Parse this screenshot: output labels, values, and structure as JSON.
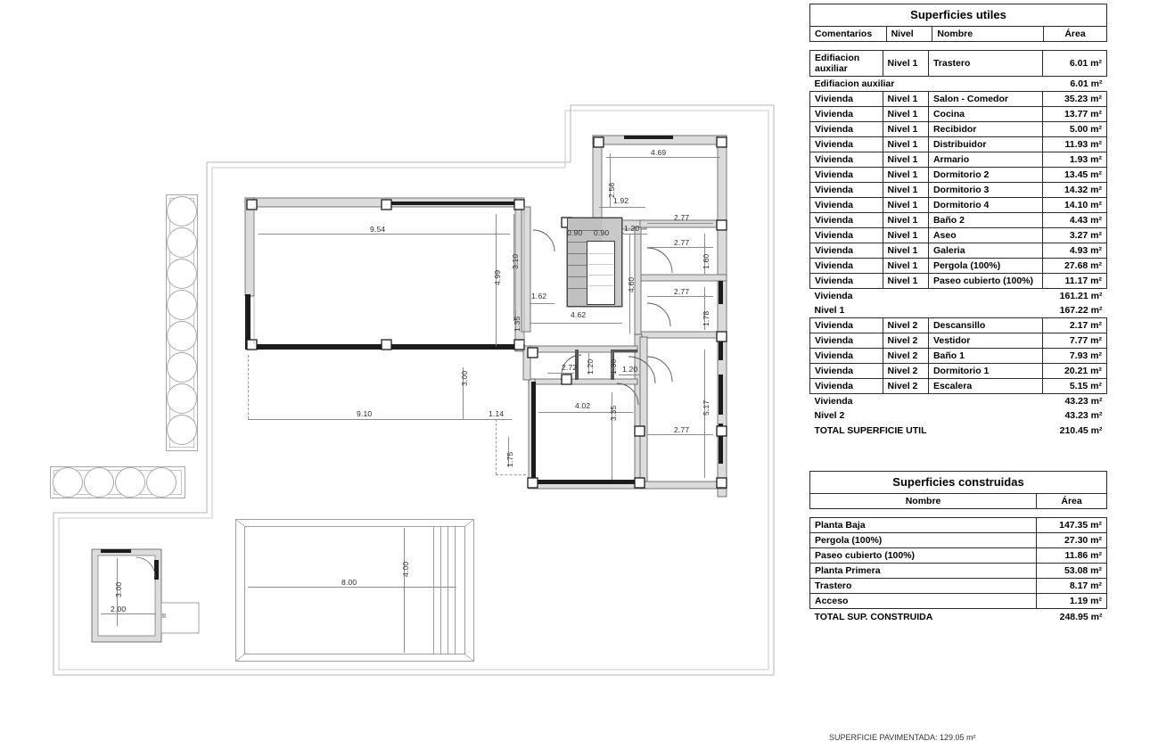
{
  "document": {
    "footnote": "SUPERFICIE PAVIMENTADA: 129.05 m²"
  },
  "table_utiles": {
    "title": "Superficies utiles",
    "headers": {
      "comentarios": "Comentarios",
      "nivel": "Nivel",
      "nombre": "Nombre",
      "area": "Área"
    },
    "rows": [
      {
        "comentarios": "Edifiacion auxiliar",
        "nivel": "Nivel 1",
        "nombre": "Trastero",
        "area": "6.01 m²"
      }
    ],
    "subtotal_aux": {
      "label": "Edifiacion auxiliar",
      "area": "6.01 m²"
    },
    "rows_n1": [
      {
        "comentarios": "Vivienda",
        "nivel": "Nivel 1",
        "nombre": "Salon - Comedor",
        "area": "35.23 m²"
      },
      {
        "comentarios": "Vivienda",
        "nivel": "Nivel 1",
        "nombre": "Cocina",
        "area": "13.77 m²"
      },
      {
        "comentarios": "Vivienda",
        "nivel": "Nivel 1",
        "nombre": "Recibidor",
        "area": "5.00 m²"
      },
      {
        "comentarios": "Vivienda",
        "nivel": "Nivel 1",
        "nombre": "Distribuidor",
        "area": "11.93 m²"
      },
      {
        "comentarios": "Vivienda",
        "nivel": "Nivel 1",
        "nombre": "Armario",
        "area": "1.93 m²"
      },
      {
        "comentarios": "Vivienda",
        "nivel": "Nivel 1",
        "nombre": "Dormitorio 2",
        "area": "13.45 m²"
      },
      {
        "comentarios": "Vivienda",
        "nivel": "Nivel 1",
        "nombre": "Dormitorio 3",
        "area": "14.32 m²"
      },
      {
        "comentarios": "Vivienda",
        "nivel": "Nivel 1",
        "nombre": "Dormitorio 4",
        "area": "14.10 m²"
      },
      {
        "comentarios": "Vivienda",
        "nivel": "Nivel 1",
        "nombre": "Baño 2",
        "area": "4.43 m²"
      },
      {
        "comentarios": "Vivienda",
        "nivel": "Nivel 1",
        "nombre": "Aseo",
        "area": "3.27 m²"
      },
      {
        "comentarios": "Vivienda",
        "nivel": "Nivel 1",
        "nombre": "Galeria",
        "area": "4.93 m²"
      },
      {
        "comentarios": "Vivienda",
        "nivel": "Nivel 1",
        "nombre": "Pergola (100%)",
        "area": "27.68 m²"
      },
      {
        "comentarios": "Vivienda",
        "nivel": "Nivel 1",
        "nombre": "Paseo cubierto (100%)",
        "area": "11.17 m²"
      }
    ],
    "subtotal_viv_n1": {
      "label": "Vivienda",
      "area": "161.21 m²"
    },
    "subtotal_n1": {
      "label": "Nivel 1",
      "area": "167.22 m²"
    },
    "rows_n2": [
      {
        "comentarios": "Vivienda",
        "nivel": "Nivel 2",
        "nombre": "Descansillo",
        "area": "2.17 m²"
      },
      {
        "comentarios": "Vivienda",
        "nivel": "Nivel 2",
        "nombre": "Vestidor",
        "area": "7.77 m²"
      },
      {
        "comentarios": "Vivienda",
        "nivel": "Nivel 2",
        "nombre": "Baño 1",
        "area": "7.93 m²"
      },
      {
        "comentarios": "Vivienda",
        "nivel": "Nivel 2",
        "nombre": "Dormitorio 1",
        "area": "20.21 m²"
      },
      {
        "comentarios": "Vivienda",
        "nivel": "Nivel 2",
        "nombre": "Escalera",
        "area": "5.15 m²"
      }
    ],
    "subtotal_viv_n2": {
      "label": "Vivienda",
      "area": "43.23 m²"
    },
    "subtotal_n2": {
      "label": "Nivel 2",
      "area": "43.23 m²"
    },
    "total": {
      "label": "TOTAL SUPERFICIE UTIL",
      "area": "210.45 m²"
    }
  },
  "table_construidas": {
    "title": "Superficies construidas",
    "headers": {
      "nombre": "Nombre",
      "area": "Área"
    },
    "rows": [
      {
        "nombre": "Planta Baja",
        "area": "147.35 m²"
      },
      {
        "nombre": "Pergola (100%)",
        "area": "27.30 m²"
      },
      {
        "nombre": "Paseo cubierto (100%)",
        "area": "11.86 m²"
      },
      {
        "nombre": "Planta Primera",
        "area": "53.08 m²"
      },
      {
        "nombre": "Trastero",
        "area": "8.17 m²"
      },
      {
        "nombre": "Acceso",
        "area": "1.19 m²"
      }
    ],
    "total": {
      "label": "TOTAL SUP. CONSTRUIDA",
      "area": "248.95 m²"
    }
  },
  "plan": {
    "dimensions": {
      "salon_length": "9.54",
      "salon_width": "4.99",
      "salon_right_depth": "3.10",
      "entry_offset": "1.62",
      "entry_small": "1.35",
      "stair_run": "4.62",
      "stair_tread_left": "0.90",
      "stair_tread_right": "0.90",
      "hall_width": "1.92",
      "top_room_width": "4.69",
      "top_room_depth": "2.56",
      "door_1_20_top": "1.20",
      "corridor_depth": "4.60",
      "bed_width_a": "2.77",
      "bed_width_b": "2.77",
      "bed_width_c": "2.77",
      "bed_depth_a": "1.60",
      "bed_depth_b": "1.78",
      "bath_depth": "5.17",
      "bed_width_d": "2.77",
      "kitchen_width": "4.02",
      "kitchen_depth": "3.35",
      "aseo_width": "2.72",
      "aseo_door": "1.20",
      "closet_depth": "1.30",
      "closet_door": "1.20",
      "pergola_length": "9.10",
      "pergola_depth": "3.00",
      "paseo_width": "1.14",
      "paseo_depth": "1.75",
      "pool_length": "8.00",
      "pool_width": "4.00",
      "trastero_width": "2.00",
      "trastero_depth": "3.00"
    },
    "labels": {
      "planter_vertical": "tree-planter-vertical",
      "planter_horizontal": "tree-planter-horizontal",
      "pool": "swimming-pool",
      "trastero": "storage-building"
    }
  }
}
